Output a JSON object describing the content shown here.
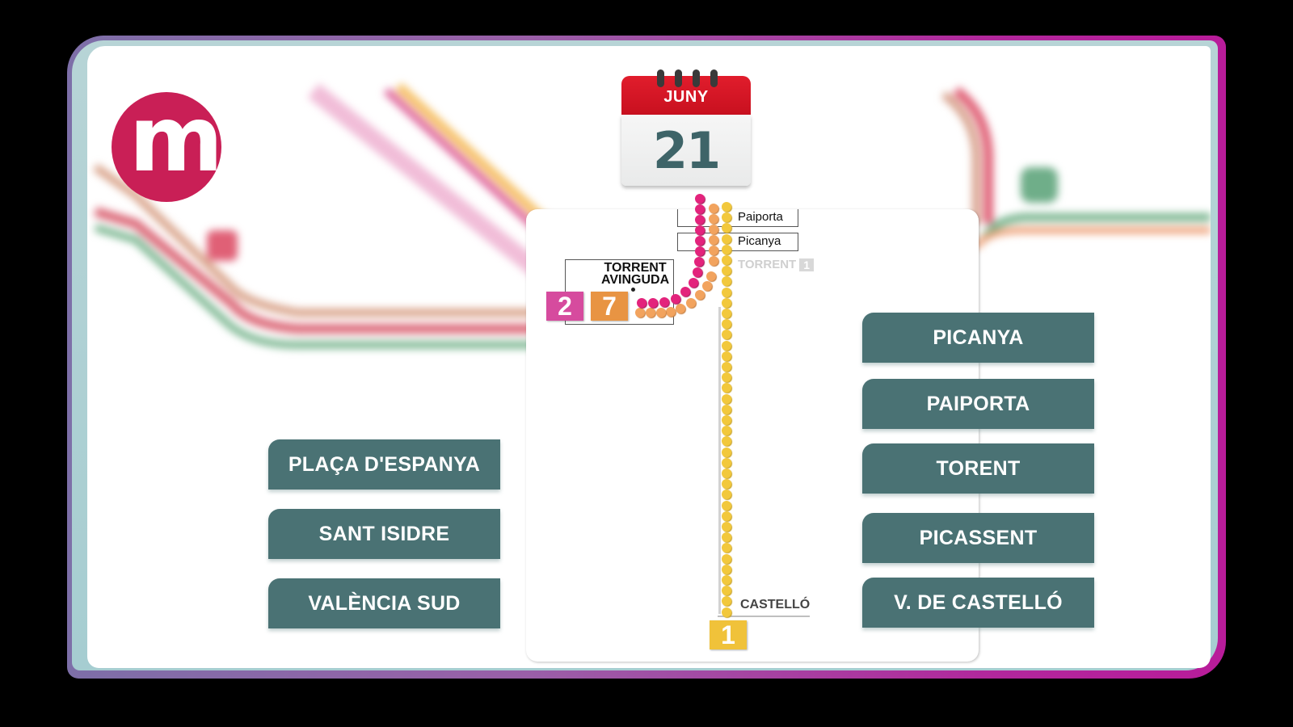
{
  "logo": {
    "letter": "m",
    "color": "#c91f56"
  },
  "calendar": {
    "month": "JUNY",
    "day": "21",
    "header_color": "#d3141f",
    "digit_color": "#3e6468"
  },
  "line_diagram": {
    "stations": [
      {
        "name": "Paiporta"
      },
      {
        "name": "Picanya"
      },
      {
        "name": "TORRENT",
        "line": "1",
        "muted": true
      },
      {
        "name_line1": "TORRENT",
        "name_line2": "AVINGUDA"
      },
      {
        "name": "CASTELLÓ"
      }
    ],
    "lines": [
      {
        "number": "2",
        "color": "#d64b9e"
      },
      {
        "number": "7",
        "color": "#e89443"
      },
      {
        "number": "1",
        "color": "#f0c23a"
      }
    ],
    "dot_colors": {
      "line1": "#f2c83c",
      "line7": "#f2a35e",
      "line2": "#e3237c"
    }
  },
  "left_stations": [
    "PLAÇA D'ESPANYA",
    "SANT ISIDRE",
    "VALÈNCIA SUD"
  ],
  "right_stations": [
    "PICANYA",
    "PAIPORTA",
    "TORENT",
    "PICASSENT",
    "V. DE CASTELLÓ"
  ],
  "colors": {
    "pill_bg": "#4a7274",
    "frame_accent": "#b81c9a"
  }
}
